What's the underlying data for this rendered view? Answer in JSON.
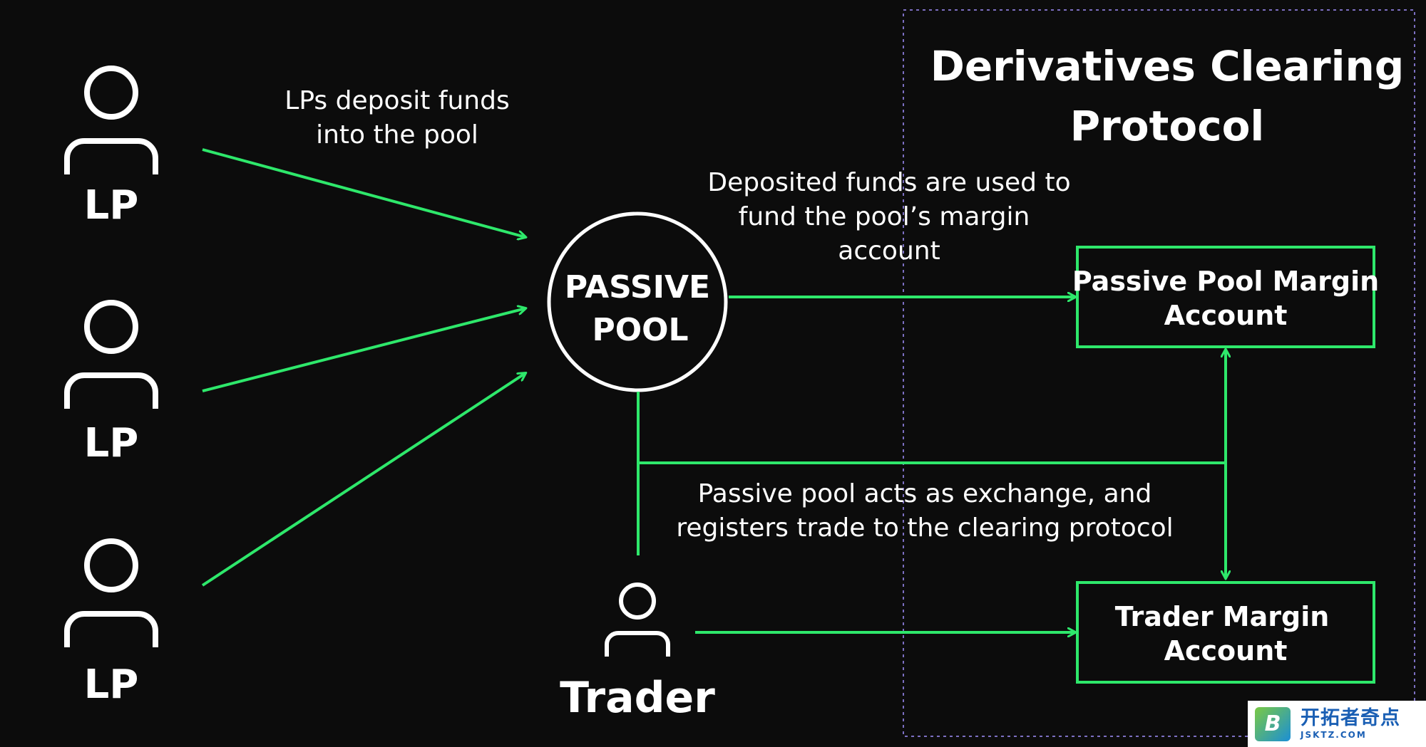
{
  "colors": {
    "background": "#0c0c0c",
    "accent": "#2ee86b",
    "text": "#ffffff",
    "region_border": "#7c6fc2"
  },
  "protocol": {
    "title_line1": "Derivatives Clearing",
    "title_line2": "Protocol"
  },
  "lps": [
    {
      "label": "LP"
    },
    {
      "label": "LP"
    },
    {
      "label": "LP"
    }
  ],
  "passive_pool": {
    "line1": "PASSIVE",
    "line2": "POOL"
  },
  "trader": {
    "label": "Trader"
  },
  "annotations": {
    "deposit_line1": "LPs deposit funds",
    "deposit_line2": "into the pool",
    "margin_line1": "Deposited funds are used to",
    "margin_line2": "fund the pool’s margin",
    "margin_line3": "account",
    "exchange_line1": "Passive pool acts as exchange, and",
    "exchange_line2": "registers trade to the clearing protocol"
  },
  "accounts": {
    "pool_margin_line1": "Passive Pool Margin",
    "pool_margin_line2": "Account",
    "trader_margin_line1": "Trader Margin",
    "trader_margin_line2": "Account"
  },
  "icons": [
    "person-icon",
    "arrow-head-icon"
  ],
  "watermark": {
    "logo_letter": "B",
    "name": "开拓者奇点",
    "url": "JSKTZ.COM"
  }
}
